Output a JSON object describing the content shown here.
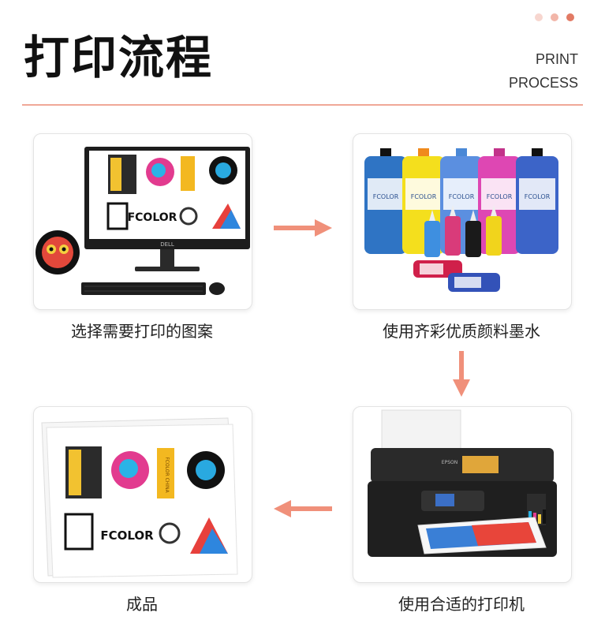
{
  "header": {
    "title": "打印流程",
    "subtitle_line1": "PRINT",
    "subtitle_line2": "PROCESS"
  },
  "colors": {
    "accent": "#f0907a",
    "dot_light": "#f7d6cf",
    "dot_mid": "#f2b6a9",
    "dot_dark": "#e27a64",
    "divider": "#f0a898"
  },
  "steps": [
    {
      "caption": "选择需要打印的图案"
    },
    {
      "caption": "使用齐彩优质颜料墨水"
    },
    {
      "caption": "使用合适的打印机"
    },
    {
      "caption": "成品"
    }
  ],
  "images": {
    "monitor_brand": "DELL",
    "printer_brand": "EPSON",
    "ink_label": "FCOLOR",
    "design_text": "FCOLOR",
    "design_text2": "FCOLOR CHINA"
  }
}
